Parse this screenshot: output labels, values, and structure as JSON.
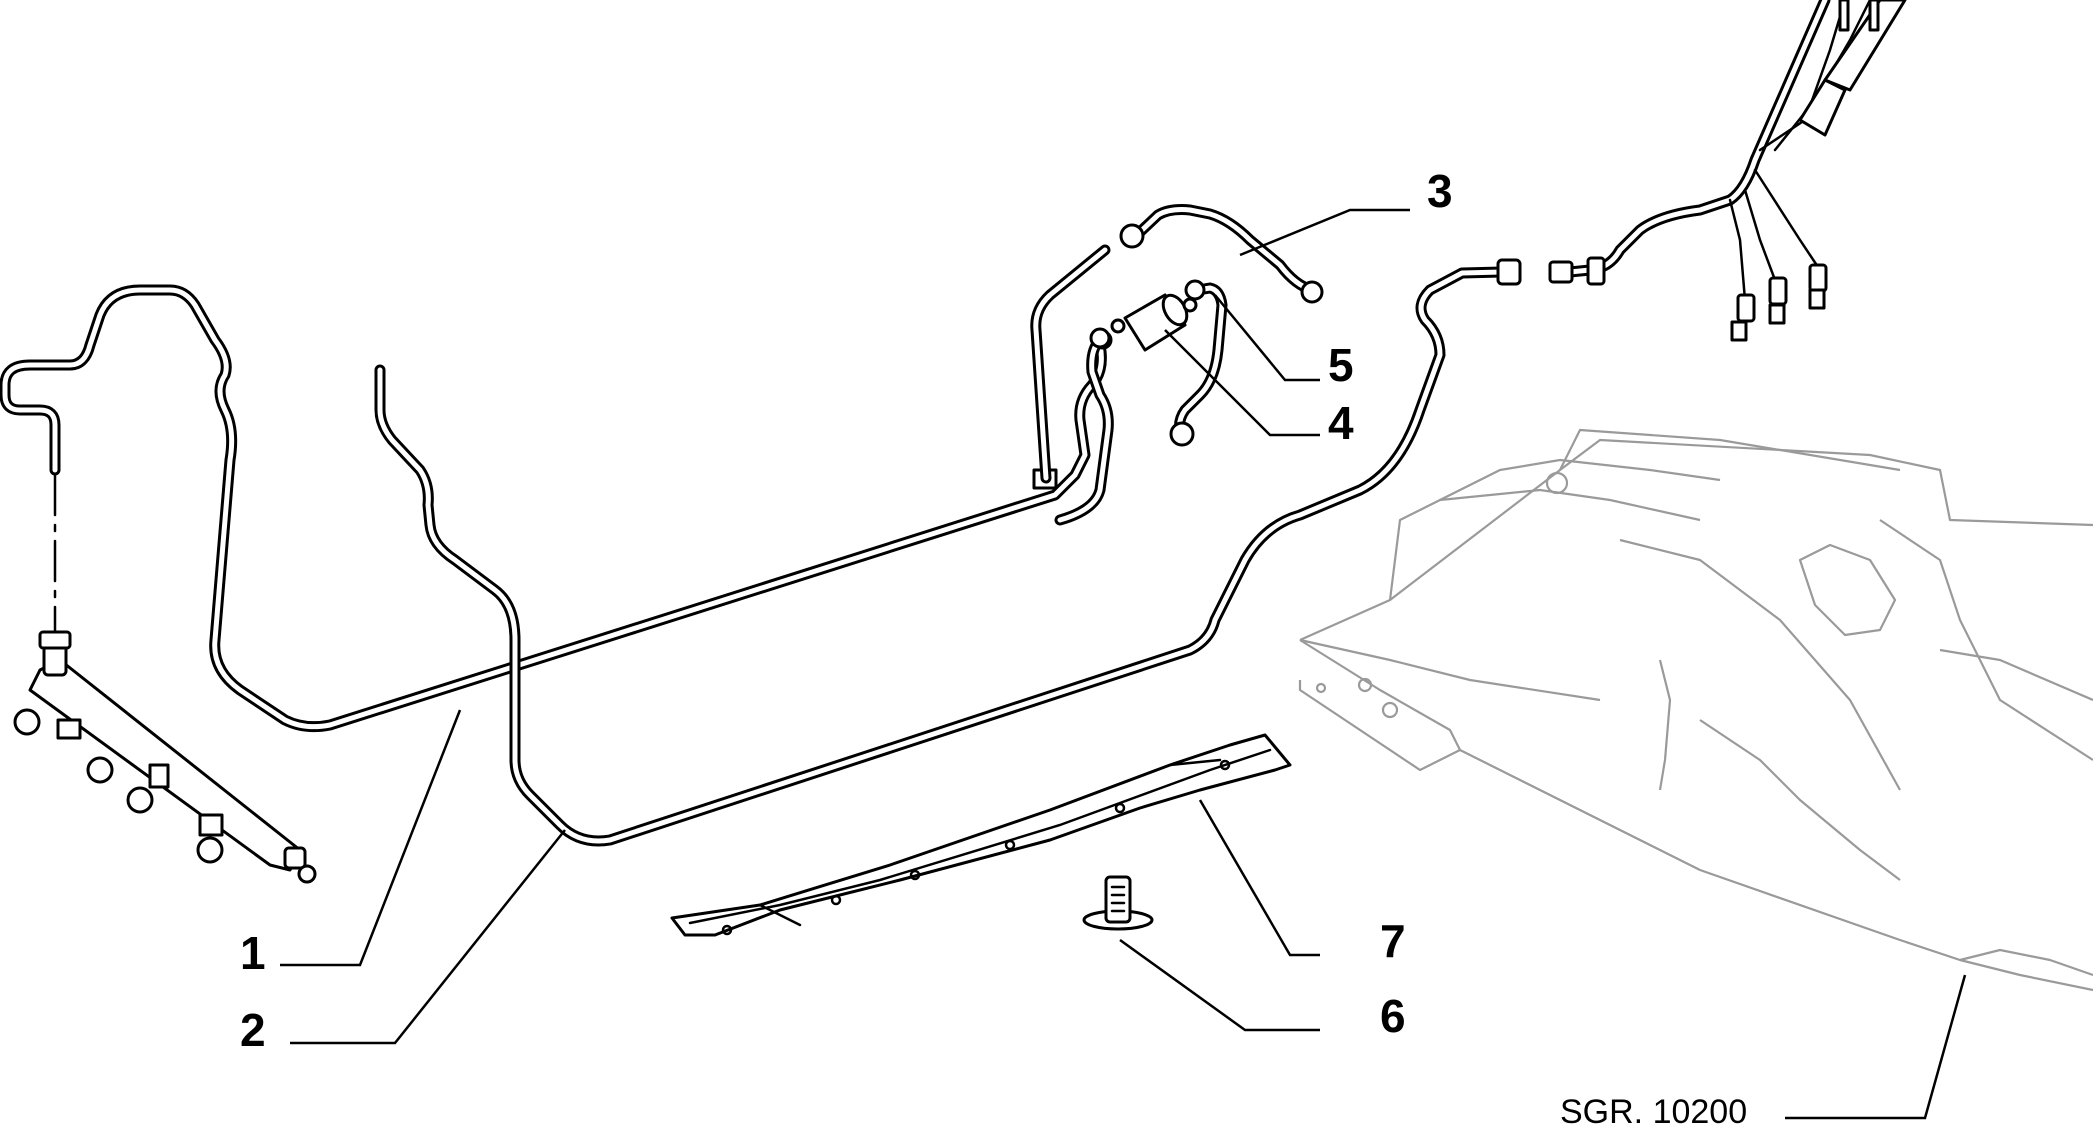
{
  "diagram": {
    "callouts": [
      {
        "id": "1",
        "label": "1"
      },
      {
        "id": "2",
        "label": "2"
      },
      {
        "id": "3",
        "label": "3"
      },
      {
        "id": "4",
        "label": "4"
      },
      {
        "id": "5",
        "label": "5"
      },
      {
        "id": "6",
        "label": "6"
      },
      {
        "id": "7",
        "label": "7"
      }
    ],
    "reference": "SGR. 10200",
    "colors": {
      "ink": "#000000",
      "ghost": "#9a9a9a",
      "paper": "#ffffff"
    },
    "icons": [
      "fuel-rail-icon",
      "fuel-filter-icon",
      "tank-outline-icon",
      "heat-shield-icon",
      "clip-pin-icon",
      "fuel-pump-harness-icon"
    ]
  }
}
